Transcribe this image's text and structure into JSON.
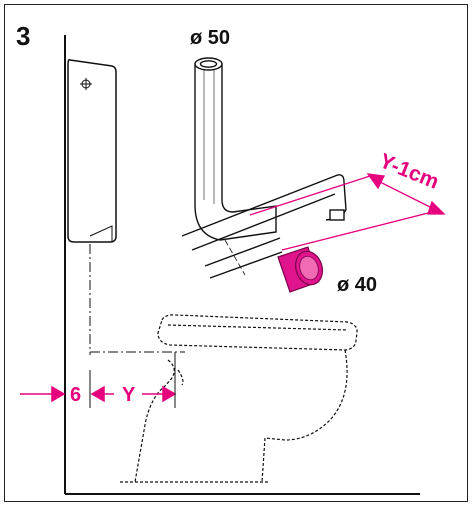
{
  "step_number": "3",
  "labels": {
    "pipe_diameter_top": "ø 50",
    "pipe_diameter_outlet": "ø 40",
    "cut_length": "Y-1cm",
    "wall_gap": "6",
    "offset": "Y"
  },
  "colors": {
    "accent": "#e6007e",
    "outlet_fill": "#e0148c",
    "line": "#111111"
  }
}
